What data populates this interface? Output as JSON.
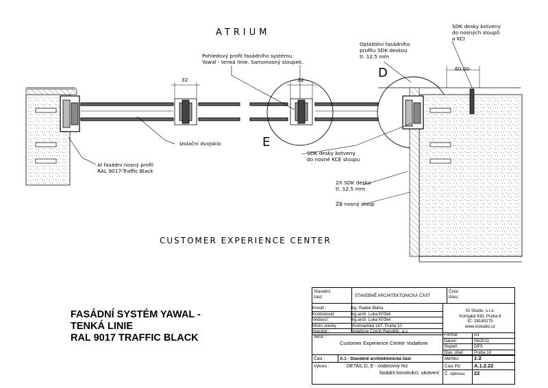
{
  "drawing": {
    "atrium_label": "ATRIUM",
    "customer_label": "CUSTOMER EXPERIENCE CENTER",
    "section_d": "D",
    "section_e": "E",
    "dim_32_left": "32",
    "dim_32_right": "32",
    "dim_60": "60.00",
    "note_profile": [
      "Pohledový profil fasádního systému",
      "Yawal - tenká linie. Samonosný sloupek."
    ],
    "note_oplasteni": [
      "Opláštění fasádního",
      "profilu SDK deskou",
      "tl. 12,5 mm"
    ],
    "note_sdk_top": [
      "SDK desky kotveny",
      "do nosných sloupů",
      "a KCI"
    ],
    "note_izolacni": "Izolační dvojsklo",
    "note_al": [
      "Al fasádní nosný profil",
      "RAL 9017-Traffic Black"
    ],
    "note_sdk_mid": [
      "SDK desky kotveny",
      "do nosné KCE sloupu"
    ],
    "note_2x_sdk": [
      "2X SDK   deska",
      "tl. 12,5 mm"
    ],
    "note_zb": "ŽB nosný sloup"
  },
  "heading": {
    "line1": "FASÁDNÍ SYSTÉM YAWAL -",
    "line2": "TENKÁ LINIE",
    "line3": "RAL 9017 TRAFFIC BLACK"
  },
  "title_block": {
    "stavebni_cast_label": "Stavební\nčást:",
    "stavebni_cast_value": "STAVEBNĚ ARCHITEKTONICKÁ ČÁST",
    "cislo_tisku_label": "Číslo\ntisku:",
    "people": [
      {
        "role": "Kreslil :",
        "name": "Ing. Radek Bláha"
      },
      {
        "role": "Kontroloval:",
        "name": "Ing.arch. Luka Křížek"
      },
      {
        "role": "Vedoucí:",
        "name": "Ing.arch. Luka Křížek"
      },
      {
        "role": "Místo stavby :",
        "name": "Vinohradská 167, Praha 10"
      },
      {
        "role": "Investor :",
        "name": "Vodafone Czech Republic, a.s."
      }
    ],
    "company": [
      "IO Studio, s.r.o.",
      "Komjaká 933, Praha 6",
      "IČ: 28180275",
      "www.iostudio.cz"
    ],
    "akce_label": "Akce :",
    "akce_value": "Customer Experience Center Vodafone",
    "meta": [
      {
        "k": "Formát",
        "v": "A3"
      },
      {
        "k": "Datum",
        "v": "08/2011"
      },
      {
        "k": "Stupeň",
        "v": "DPS"
      },
      {
        "k": "Stav. úřad",
        "v": "Praha 10"
      }
    ],
    "cast_label": "Část :",
    "cast_value": "A.1 - Stavebně architektonická část",
    "meritko_label": "Měřítko",
    "meritko_value": "1:2",
    "vykres_label": "Výkres :",
    "vykres_line1": "DETAIL D, E - vodorovný řez",
    "vykres_line2": "fasádní konstrukcí, ukotvení",
    "cast_pd_label": "Část PD",
    "cast_pd_value": "A.1.2.22",
    "c_vykresu_label": "Č. výkresu",
    "c_vykresu_value": "22"
  }
}
